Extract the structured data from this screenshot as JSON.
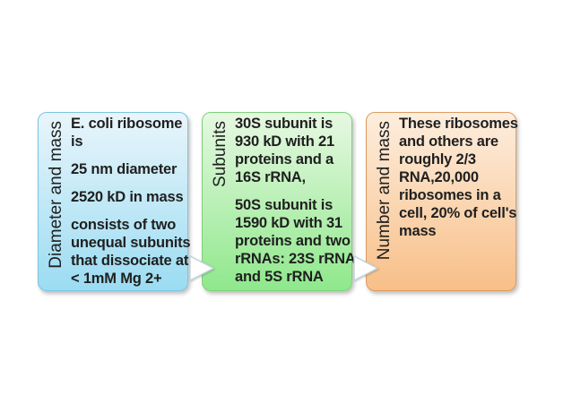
{
  "diagram": {
    "background": "#ffffff",
    "text_color": "#1f1f1f",
    "arrow_fill": "#ffffff",
    "arrow_outline": "#c2d4dd",
    "panels": [
      {
        "id": "diameter-and-mass",
        "label": "Diameter and mass",
        "paragraphs": [
          "E. coli ribosome\nis",
          "25 nm diameter",
          "2520 kD in mass",
          "consists of two\nunequal subunits\nthat dissociate at\n< 1mM Mg 2+"
        ],
        "colors": {
          "top": "#e9f5fb",
          "bottom": "#9bdcf2",
          "border": "#7cc5e0"
        }
      },
      {
        "id": "subunits",
        "label": "Subunits",
        "paragraphs": [
          "30S subunit is\n930 kD with 21\nproteins and a\n16S rRNA,",
          "50S subunit is\n1590 kD with 31\nproteins and two\nrRNAs: 23S rRNA\nand 5S rRNA"
        ],
        "colors": {
          "top": "#e7f8e2",
          "bottom": "#8fe88c",
          "border": "#7ed07a"
        }
      },
      {
        "id": "number-and-mass",
        "label": "Number and mass",
        "paragraphs": [
          "These ribosomes\nand others are\nroughly 2/3\nRNA,20,000\nribosomes in a\ncell, 20% of cell's\nmass"
        ],
        "colors": {
          "top": "#fdeede",
          "bottom": "#f8bf88",
          "border": "#dd9c60"
        }
      }
    ]
  }
}
